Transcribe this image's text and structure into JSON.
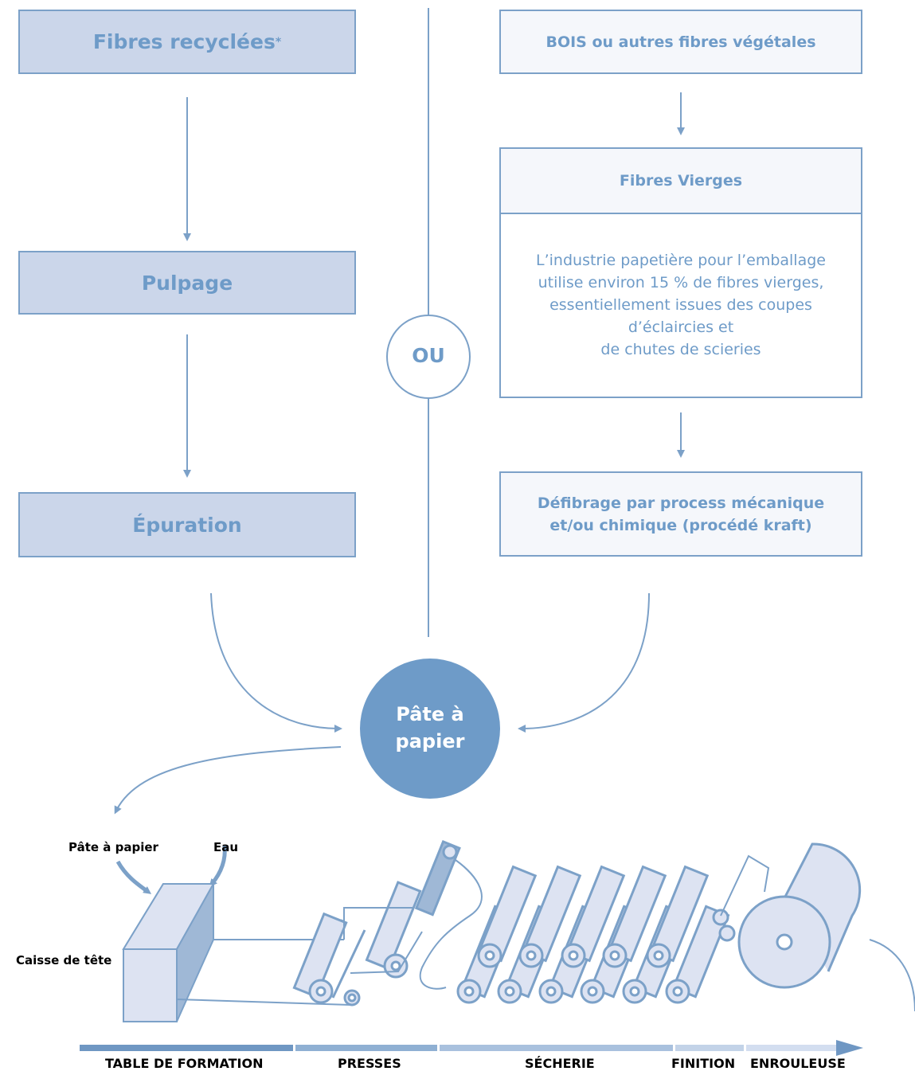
{
  "flow": {
    "left": {
      "recycled": "Fibres recyclées",
      "recycled_mark": "*",
      "pulping": "Pulpage",
      "purification": "Épuration"
    },
    "separator": "OU",
    "right": {
      "wood": "BOIS ou autres fibres végétales",
      "virgin_title": "Fibres Vierges",
      "virgin_desc_lines": [
        "L’industrie papetière pour l’emballage",
        "utilise environ 15 % de fibres vierges,",
        "essentiellement issues des coupes",
        "d’éclaircies et",
        "de chutes de scieries"
      ],
      "defibering_lines": [
        "Défibrage par process mécanique",
        "et/ou chimique (procédé kraft)"
      ]
    },
    "pulp_lines": [
      "Pâte à",
      "papier"
    ]
  },
  "machine": {
    "input_pulp": "Pâte à papier",
    "input_water": "Eau",
    "headbox": "Caisse de tête",
    "stages": [
      "TABLE DE FORMATION",
      "PRESSES",
      "SÉCHERIE",
      "FINITION",
      "ENROULEUSE"
    ]
  },
  "colors": {
    "stroke": "#7ca1c8",
    "box_fill": "#cbd6ea",
    "text": "#6e9bc8",
    "pulp_circle": "#6e9bc8",
    "machine_fill": "#dde3f2",
    "stage_bar": [
      "#6f97c3",
      "#8fb0d3",
      "#a9c1de",
      "#c3d3e8",
      "#d3def0"
    ]
  }
}
